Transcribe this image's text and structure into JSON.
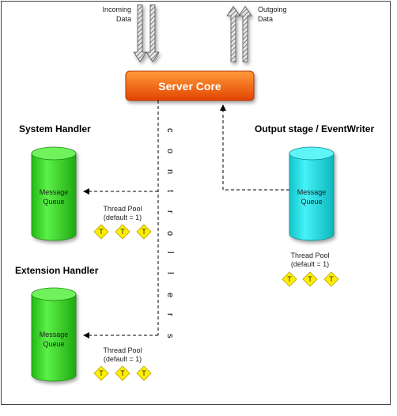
{
  "incoming": {
    "line1": "Incoming",
    "line2": "Data"
  },
  "outgoing": {
    "line1": "Outgoing",
    "line2": "Data"
  },
  "server_core": {
    "label": "Server Core"
  },
  "controllers_label": "controllers",
  "system_handler": {
    "title": "System Handler",
    "queue_line1": "Message",
    "queue_line2": "Queue",
    "pool_line1": "Thread Pool",
    "pool_line2": "(default = 1)",
    "thread_label": "T"
  },
  "extension_handler": {
    "title": "Extension Handler",
    "queue_line1": "Message",
    "queue_line2": "Queue",
    "pool_line1": "Thread Pool",
    "pool_line2": "(default = 1)",
    "thread_label": "T"
  },
  "output_stage": {
    "title": "Output stage / EventWriter",
    "queue_line1": "Message",
    "queue_line2": "Queue",
    "pool_line1": "Thread Pool",
    "pool_line2": "(default = 1)",
    "thread_label": "T"
  },
  "colors": {
    "core_fill_top": "#ff8a2a",
    "core_fill_bottom": "#e84a00",
    "green_queue": "#3fd92b",
    "cyan_queue": "#1fe3e8",
    "thread_fill": "#ffee00"
  }
}
